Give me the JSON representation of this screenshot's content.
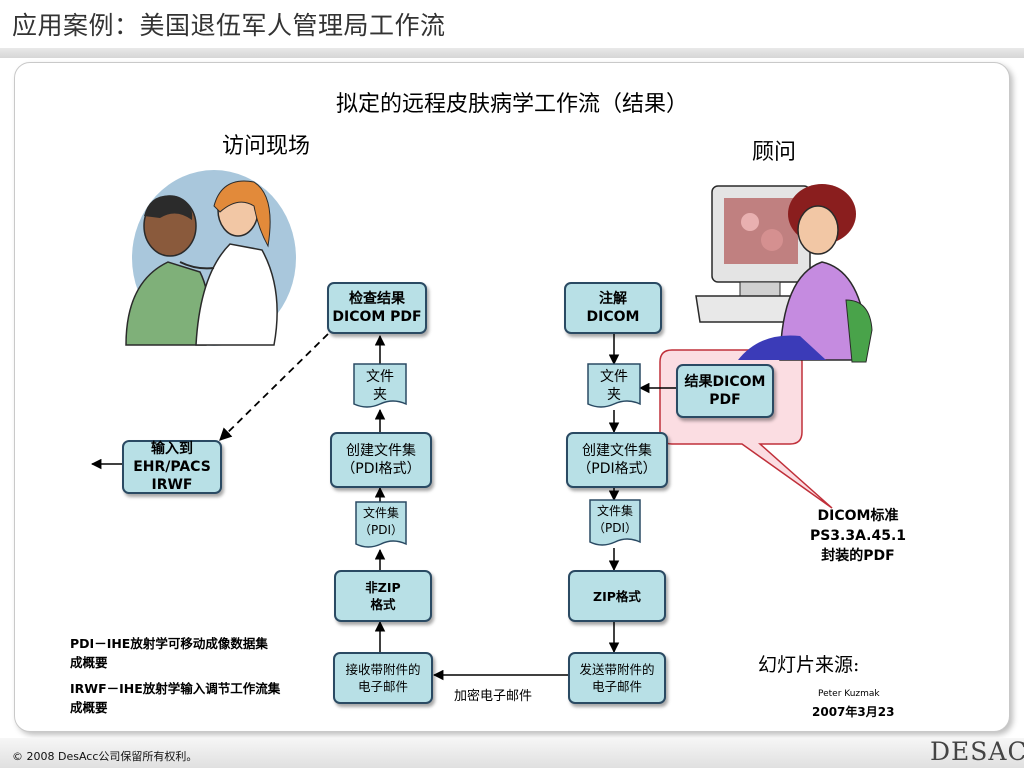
{
  "slide_title": "应用案例：美国退伍军人管理局工作流",
  "diagram_title": "拟定的远程皮肤病学工作流（结果）",
  "headings": {
    "left": "访问现场",
    "right": "顾问"
  },
  "boxes": {
    "exam_result": "检查结果\nDICOM PDF",
    "annotate": "注解\nDICOM",
    "result_pdf": "结果DICOM\nPDF",
    "import": "输入到\nEHR/PACS\nIRWF",
    "create_left": "创建文件集\n（PDI格式）",
    "create_right": "创建文件集\n（PDI格式）",
    "nonzip": "非ZIP\n格式",
    "zip": "ZIP格式",
    "receive_email": "接收带附件的\n电子邮件",
    "send_email": "发送带附件的\n电子邮件"
  },
  "docs": {
    "folder_left": "文件\n夹",
    "folder_right": "文件\n夹",
    "fileset_left": "文件集\n（PDI）",
    "fileset_right": "文件集\n（PDI）"
  },
  "notes": {
    "dicom_standard": "DICOM标准\nPS3.3A.45.1\n封装的PDF",
    "encrypted_email": "加密电子邮件",
    "pdi_def": "PDI－IHE放射学可移动成像数据集\n成概要",
    "irwf_def": "IRWF－IHE放射学输入调节工作流集\n成概要",
    "source_label": "幻灯片来源:",
    "source_author": "Peter Kuzmak",
    "source_date": "2007年3月23"
  },
  "footer": {
    "copyright": "© 2008 DesAcc公司保留所有权利。",
    "logo": "DESACC"
  },
  "colors": {
    "box_fill": "#b8e0e6",
    "box_border": "#2a4a63",
    "bubble_fill": "#fbdde2",
    "bubble_border": "#c0303a"
  },
  "icons": [
    "doctor-patient-clipart",
    "consultant-computer-clipart"
  ]
}
